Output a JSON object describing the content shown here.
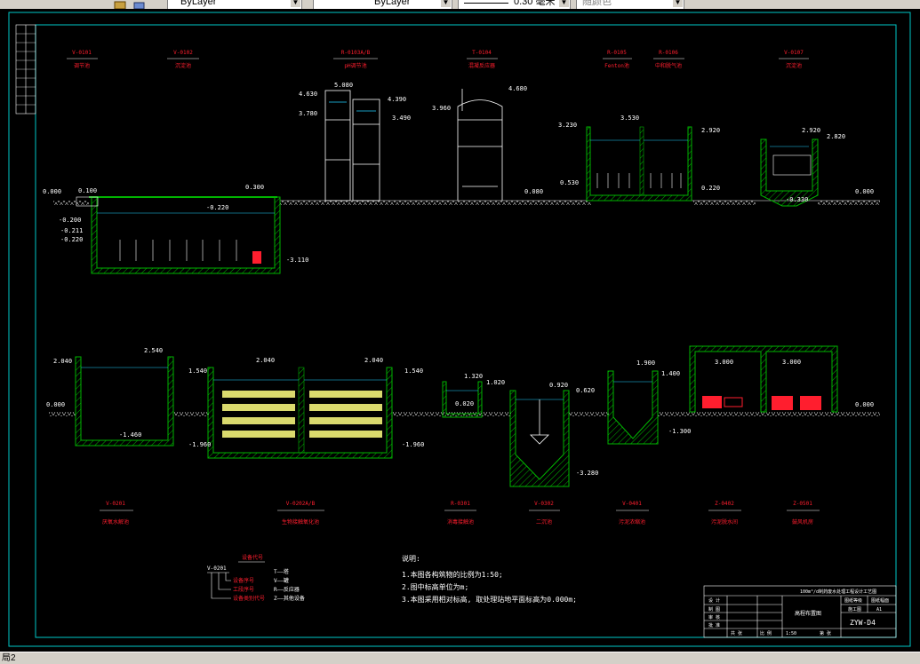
{
  "toolbar": {
    "layer_combo": "ByLayer",
    "linetype_combo": "ByLayer",
    "lineweight_combo": "0.30 毫米",
    "color_combo": "随颜色"
  },
  "status": {
    "layout_tab": "局2"
  },
  "equipment_top": [
    {
      "code": "V-0101",
      "name": "调节池"
    },
    {
      "code": "V-0102",
      "name": "沉淀池"
    },
    {
      "code": "R-0103A/B",
      "name": "pH调节池"
    },
    {
      "code": "T-0104",
      "name": "混凝反应器"
    },
    {
      "code": "R-0105",
      "name": "Fenton池"
    },
    {
      "code": "R-0106",
      "name": "中和脱气池"
    },
    {
      "code": "V-0107",
      "name": "沉淀池"
    }
  ],
  "equipment_bottom": [
    {
      "code": "V-0201",
      "name": "厌氧水解池"
    },
    {
      "code": "V-0202A/B",
      "name": "生物接触氧化池"
    },
    {
      "code": "R-0301",
      "name": "消毒接触池"
    },
    {
      "code": "V-0302",
      "name": "二沉池"
    },
    {
      "code": "V-0401",
      "name": "污泥浓缩池"
    },
    {
      "code": "Z-0402",
      "name": "污泥脱水间"
    },
    {
      "code": "Z-0501",
      "name": "鼓风机房"
    }
  ],
  "elevations_top": [
    "0.000",
    "0.100",
    "0.300",
    "-0.220",
    "-0.200",
    "-0.211",
    "-0.220",
    "-3.110",
    "4.630",
    "3.780",
    "5.080",
    "4.390",
    "3.490",
    "4.680",
    "3.960",
    "0.080",
    "3.230",
    "3.530",
    "0.530",
    "2.920",
    "0.220",
    "2.920",
    "2.820",
    "-0.330",
    "0.000"
  ],
  "elevations_bottom": [
    "2.040",
    "2.540",
    "0.000",
    "-1.460",
    "1.540",
    "2.040",
    "2.040",
    "1.540",
    "-1.960",
    "-1.960",
    "1.320",
    "1.020",
    "0.020",
    "0.920",
    "0.620",
    "-3.280",
    "1.900",
    "1.400",
    "-1.300",
    "3.000",
    "3.000",
    "0.000"
  ],
  "legend": {
    "title": "设备代号",
    "code": "V-0201",
    "rows": [
      "设备序号",
      "工段序号",
      "设备类别代号"
    ],
    "types": [
      "T——塔",
      "V——罐",
      "R——反应器",
      "Z——其他设备"
    ]
  },
  "notes": {
    "title": "说明:",
    "items": [
      "1.本图各构筑物的比例为1:50;",
      "2.图中标高单位为m;",
      "3.本图采用相对标高, 取处理站地平面标高为0.000m;"
    ]
  },
  "title_block": {
    "project": "100m³/d制药废水处理工程设计工艺图",
    "drawing_name": "高程布置图",
    "drawing_no": "ZYW-D4",
    "scale": "1:50",
    "stage": "施工图",
    "size": "A1",
    "labels": [
      "设 计",
      "制 图",
      "审 核",
      "批 准",
      "比 例",
      "共 张",
      "第 张",
      "图纸等级",
      "图纸幅面"
    ]
  },
  "colors": {
    "frame": "#00c8c8",
    "red": "#ff1e2e",
    "white": "#ffffff",
    "green": "#00b400",
    "cyan": "#20d0ff",
    "yellow": "#ffff80"
  }
}
